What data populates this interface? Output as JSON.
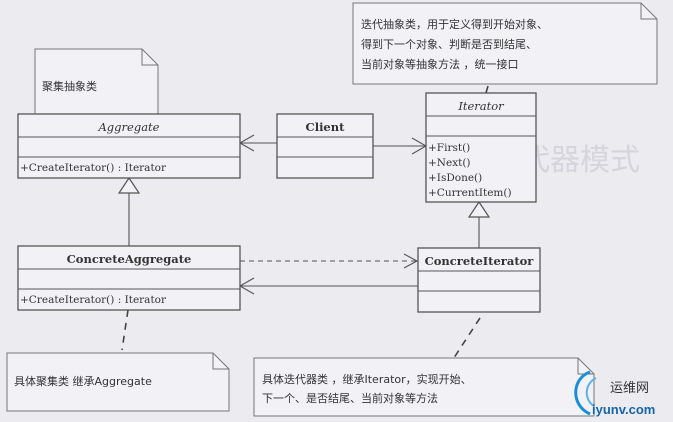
{
  "diagram": {
    "title": "Iterator pattern UML class diagram",
    "classes": {
      "aggregate": {
        "name": "Aggregate",
        "abstract": true,
        "attributes": [],
        "operations": [
          "+CreateIterator() : Iterator"
        ]
      },
      "client": {
        "name": "Client",
        "abstract": false,
        "attributes": [],
        "operations": []
      },
      "iterator": {
        "name": "Iterator",
        "abstract": true,
        "attributes": [],
        "operations": [
          "+First()",
          "+Next()",
          "+IsDone()",
          "+CurrentItem()"
        ]
      },
      "concrete_aggregate": {
        "name": "ConcreteAggregate",
        "abstract": false,
        "attributes": [],
        "operations": [
          "+CreateIterator() : Iterator"
        ]
      },
      "concrete_iterator": {
        "name": "ConcreteIterator",
        "abstract": false,
        "attributes": [],
        "operations": []
      }
    },
    "relations": [
      {
        "from": "Client",
        "to": "Aggregate",
        "type": "association"
      },
      {
        "from": "Client",
        "to": "Iterator",
        "type": "association"
      },
      {
        "from": "ConcreteAggregate",
        "to": "Aggregate",
        "type": "generalization"
      },
      {
        "from": "ConcreteIterator",
        "to": "Iterator",
        "type": "generalization"
      },
      {
        "from": "ConcreteAggregate",
        "to": "ConcreteIterator",
        "type": "dependency"
      },
      {
        "from": "ConcreteIterator",
        "to": "ConcreteAggregate",
        "type": "association"
      }
    ],
    "notes": {
      "aggregate_note": {
        "lines": [
          "聚集抽象类"
        ]
      },
      "iterator_note": {
        "lines": [
          "迭代抽象类，用于定义得到开始对象、",
          "得到下一个对象、判断是否到结尾、",
          "当前对象等抽象方法 ，统一接口"
        ]
      },
      "concrete_aggregate_note": {
        "lines": [
          "具体聚集类 继承Aggregate"
        ]
      },
      "concrete_iterator_note": {
        "lines": [
          "具体迭代器类 ，继承Iterator，实现开始、",
          "下一个、是否结尾、当前对象等方法"
        ]
      }
    }
  },
  "watermark": {
    "cn": "运维网",
    "site": "iyunv.com",
    "color": "#1565a8"
  },
  "background_bleed_text": [
    "代器模式"
  ]
}
